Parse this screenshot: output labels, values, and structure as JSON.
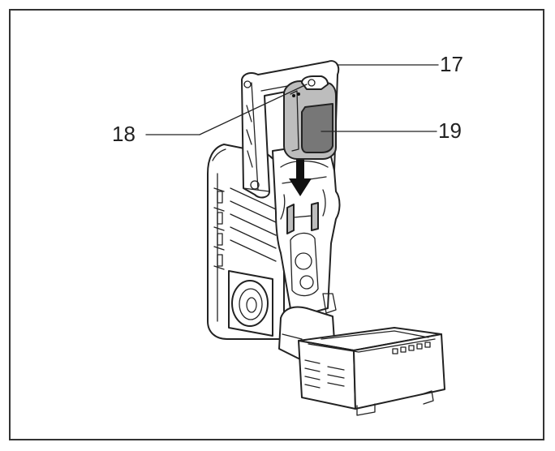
{
  "figure": {
    "callouts": [
      {
        "id": "17",
        "label": "17"
      },
      {
        "id": "18",
        "label": "18"
      },
      {
        "id": "19",
        "label": "19"
      }
    ],
    "colors": {
      "line": "#222222",
      "component_fill": "#9e9e9e",
      "background": "#ffffff"
    }
  }
}
